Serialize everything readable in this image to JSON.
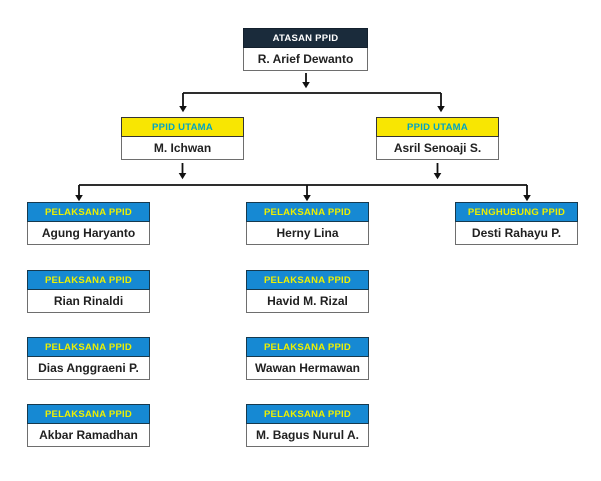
{
  "title": "PPID organization chart",
  "colors": {
    "background": "#ffffff",
    "dark_header": "#1a2b3b",
    "yellow_header": "#f8e602",
    "teal_text": "#00a3c4",
    "blue_header": "#1689d3",
    "lime_text": "#eef000",
    "line": "#111111"
  },
  "nodes": [
    {
      "title": "ATASAN PPID",
      "name": "R. Arief Dewanto"
    },
    {
      "title": "PPID UTAMA",
      "name": "M. Ichwan"
    },
    {
      "title": "PPID UTAMA",
      "name": "Asril Senoaji S."
    },
    {
      "title": "PELAKSANA PPID",
      "name": "Agung Haryanto"
    },
    {
      "title": "PELAKSANA PPID",
      "name": "Herny Lina"
    },
    {
      "title": "PENGHUBUNG PPID",
      "name": "Desti Rahayu P."
    },
    {
      "title": "PELAKSANA PPID",
      "name": "Rian Rinaldi"
    },
    {
      "title": "PELAKSANA PPID",
      "name": "Havid M. Rizal"
    },
    {
      "title": "PELAKSANA PPID",
      "name": "Dias Anggraeni P."
    },
    {
      "title": "PELAKSANA PPID",
      "name": "Wawan Hermawan"
    },
    {
      "title": "PELAKSANA PPID",
      "name": "Akbar Ramadhan"
    },
    {
      "title": "PELAKSANA PPID",
      "name": "M. Bagus Nurul A."
    }
  ],
  "edges": [
    {
      "from": "ATASAN PPID (R. Arief Dewanto)",
      "to": [
        "PPID UTAMA (M. Ichwan)",
        "PPID UTAMA (Asril Senoaji S.)"
      ]
    },
    {
      "from": "PPID UTAMA (M. Ichwan & Asril Senoaji S.)",
      "to": [
        "PELAKSANA PPID (Agung Haryanto)",
        "PELAKSANA PPID (Herny Lina)",
        "PENGHUBUNG PPID (Desti Rahayu P.)"
      ]
    }
  ]
}
